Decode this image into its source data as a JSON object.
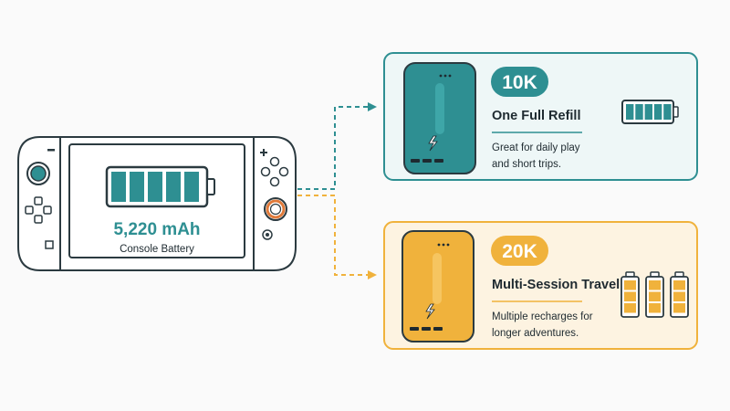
{
  "colors": {
    "teal": "#2e8f92",
    "teal_light": "#eef7f7",
    "orange": "#f0b23c",
    "orange_light": "#fdf3e1",
    "outline": "#2b3a40",
    "text": "#1e2a30"
  },
  "console": {
    "capacity": "5,220 mAh",
    "label": "Console Battery",
    "battery_cells": 5
  },
  "options": [
    {
      "badge": "10K",
      "title": "One Full Refill",
      "description_line1": "Great for daily play",
      "description_line2": "and short trips.",
      "battery_icons": 1
    },
    {
      "badge": "20K",
      "title": "Multi-Session Travel",
      "description_line1": "Multiple recharges for",
      "description_line2": "longer adventures.",
      "battery_icons": 3
    }
  ]
}
